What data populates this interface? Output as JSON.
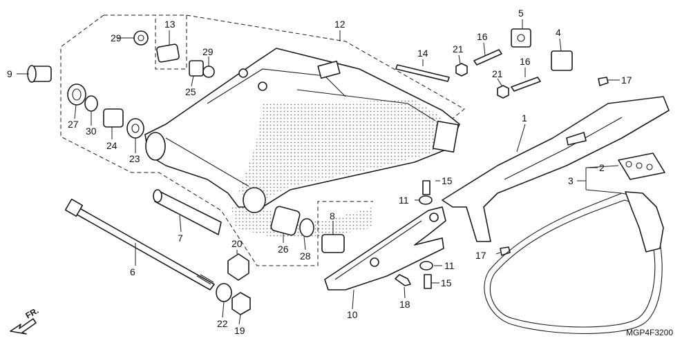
{
  "diagram": {
    "code": "MGP4F3200",
    "front_marker": "FR.",
    "callouts": [
      {
        "id": "c1",
        "text": "1"
      },
      {
        "id": "c2",
        "text": "2"
      },
      {
        "id": "c3",
        "text": "3"
      },
      {
        "id": "c4",
        "text": "4"
      },
      {
        "id": "c5",
        "text": "5"
      },
      {
        "id": "c6",
        "text": "6"
      },
      {
        "id": "c7",
        "text": "7"
      },
      {
        "id": "c8",
        "text": "8"
      },
      {
        "id": "c9",
        "text": "9"
      },
      {
        "id": "c10",
        "text": "10"
      },
      {
        "id": "c11a",
        "text": "11"
      },
      {
        "id": "c11b",
        "text": "11"
      },
      {
        "id": "c12",
        "text": "12"
      },
      {
        "id": "c13",
        "text": "13"
      },
      {
        "id": "c14",
        "text": "14"
      },
      {
        "id": "c15a",
        "text": "15"
      },
      {
        "id": "c15b",
        "text": "15"
      },
      {
        "id": "c16a",
        "text": "16"
      },
      {
        "id": "c16b",
        "text": "16"
      },
      {
        "id": "c17a",
        "text": "17"
      },
      {
        "id": "c17b",
        "text": "17"
      },
      {
        "id": "c18",
        "text": "18"
      },
      {
        "id": "c19",
        "text": "19"
      },
      {
        "id": "c20",
        "text": "20"
      },
      {
        "id": "c21a",
        "text": "21"
      },
      {
        "id": "c21b",
        "text": "21"
      },
      {
        "id": "c22",
        "text": "22"
      },
      {
        "id": "c23",
        "text": "23"
      },
      {
        "id": "c24",
        "text": "24"
      },
      {
        "id": "c25",
        "text": "25"
      },
      {
        "id": "c26",
        "text": "26"
      },
      {
        "id": "c27",
        "text": "27"
      },
      {
        "id": "c28",
        "text": "28"
      },
      {
        "id": "c29a",
        "text": "29"
      },
      {
        "id": "c29b",
        "text": "29"
      },
      {
        "id": "c30",
        "text": "30"
      }
    ]
  }
}
